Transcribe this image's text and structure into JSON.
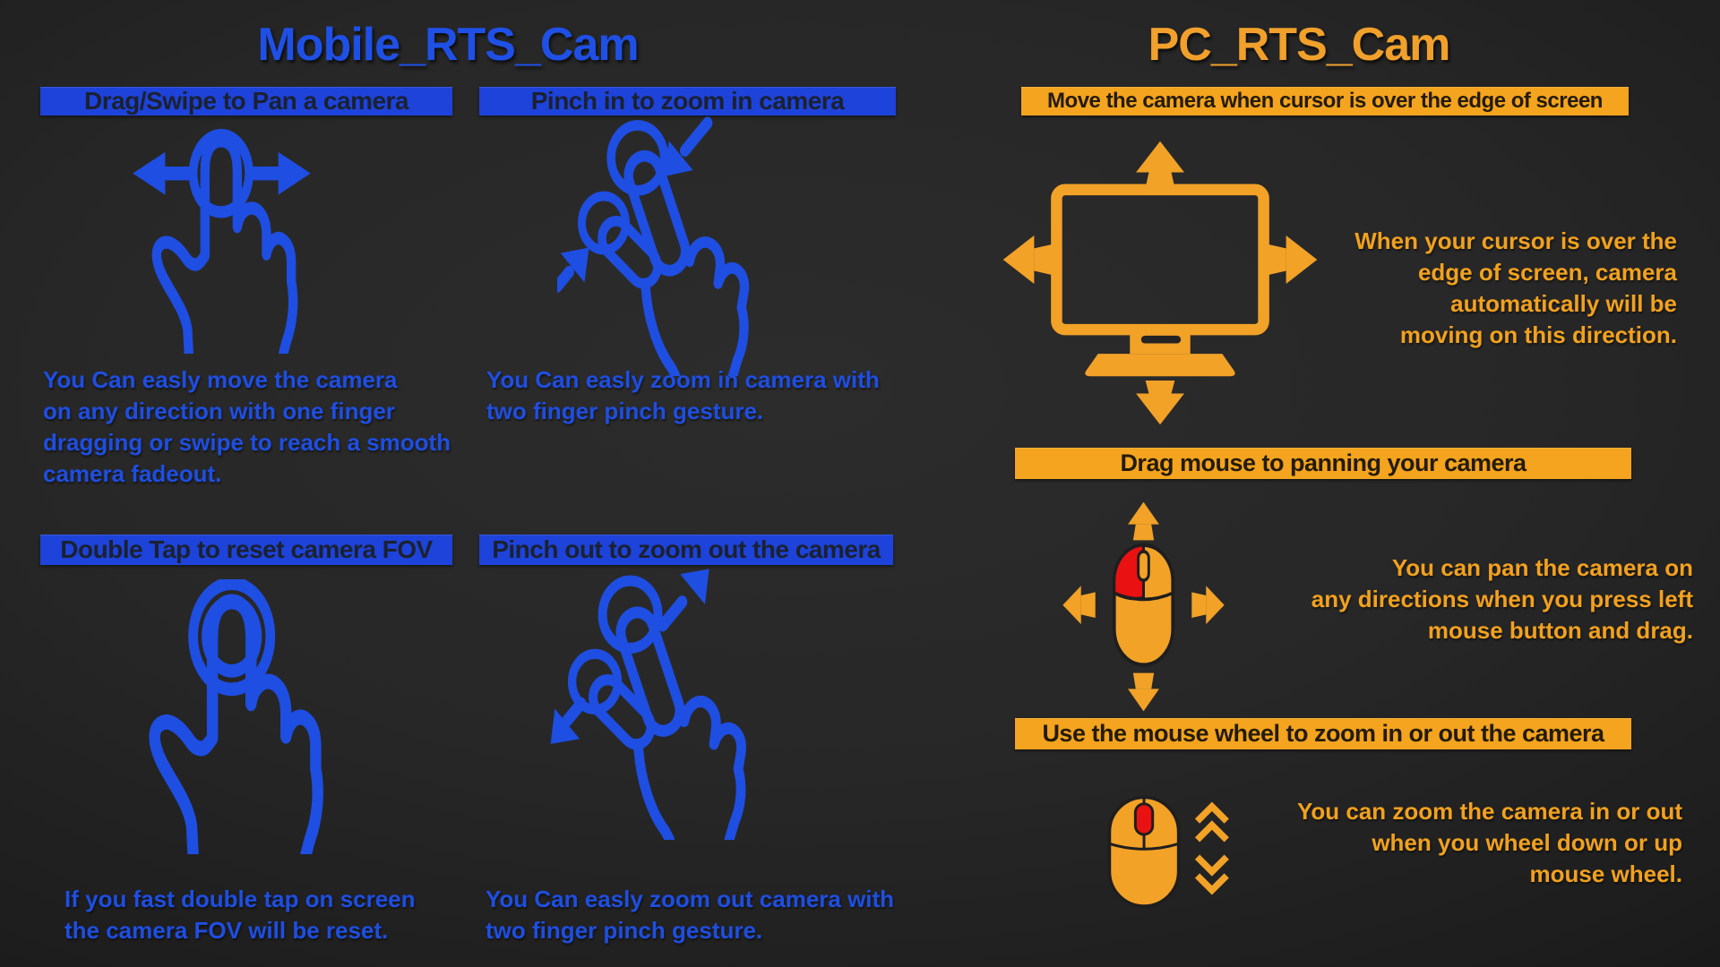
{
  "colors": {
    "mobile_accent_blue": "#1E4EE2",
    "mobile_header_bg": "#1D43DA",
    "pc_accent_orange": "#F2A11E",
    "pc_header_bg": "#F4A41E",
    "mouse_left_button_red": "#E91111",
    "header_text_dark": "#1B2130",
    "background_dark": "#222222"
  },
  "mobile": {
    "title": "Mobile_RTS_Cam",
    "sections": [
      {
        "header": "Drag/Swipe to Pan a camera",
        "icon": "drag-pan-hand-icon",
        "body": "You Can easly move the camera\non any direction with one finger\ndragging or swipe to reach a smooth\ncamera fadeout."
      },
      {
        "header": "Pinch in to zoom in camera",
        "icon": "pinch-in-hand-icon",
        "body": "You Can easly zoom in camera with\ntwo finger pinch gesture."
      },
      {
        "header": "Double Tap to reset camera FOV",
        "icon": "double-tap-hand-icon",
        "body": "If you fast double tap on screen\nthe camera FOV will be reset."
      },
      {
        "header": "Pinch out to zoom out the camera",
        "icon": "pinch-out-hand-icon",
        "body": "You Can easly zoom out camera with\ntwo finger pinch gesture."
      }
    ]
  },
  "pc": {
    "title": "PC_RTS_Cam",
    "sections": [
      {
        "header": "Move the camera when cursor is over the edge of screen",
        "icon": "monitor-edge-pan-icon",
        "body": "When your cursor is over the\nedge of screen, camera\nautomatically will be\nmoving on this direction."
      },
      {
        "header": "Drag mouse to panning your camera",
        "icon": "mouse-drag-pan-icon",
        "body": "You can pan the camera on\nany directions when you press left\nmouse button and drag."
      },
      {
        "header": "Use the mouse wheel to zoom in or out the camera",
        "icon": "mouse-wheel-zoom-icon",
        "body": "You can zoom the camera in or out\nwhen you wheel down or up\nmouse wheel."
      }
    ]
  }
}
